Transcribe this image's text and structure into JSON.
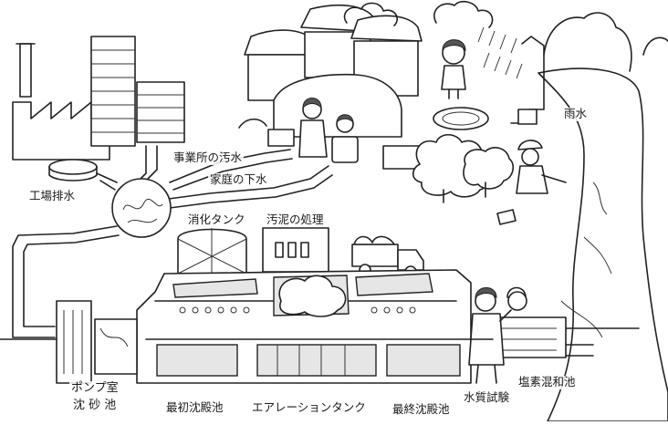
{
  "labels": {
    "factory": "工場排水",
    "office": "事業所の汚水",
    "home": "家庭の下水",
    "digester": "消化タンク",
    "sludge": "汚泥の処理",
    "rain": "雨水",
    "pump_room": "ポンプ室",
    "grit": "沈 砂 池",
    "primary": "最初沈殿池",
    "aeration": "エアレーションタンク",
    "final": "最終沈殿池",
    "water_test": "水質試験",
    "chlorine": "塩素混和池"
  }
}
